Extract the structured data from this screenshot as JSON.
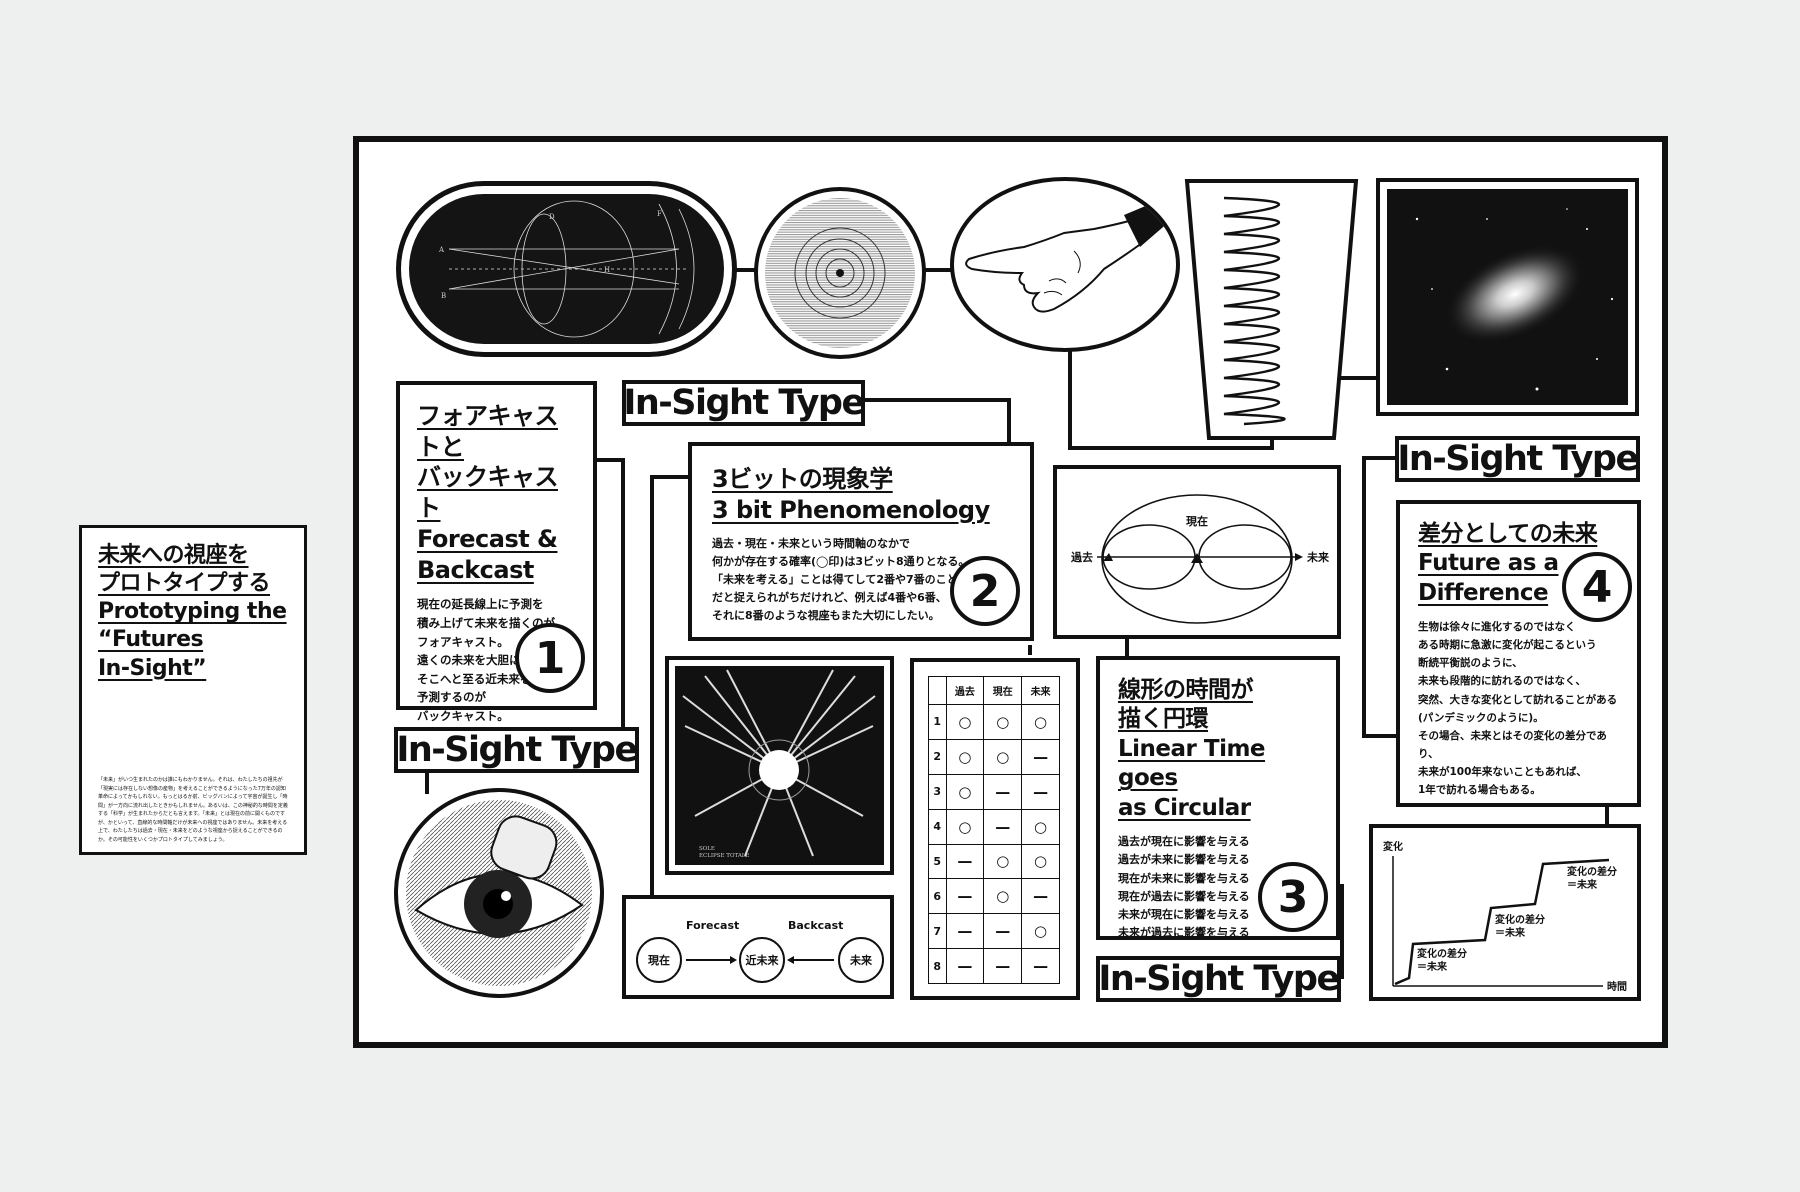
{
  "side_panel": {
    "title_lines": [
      "未来への視座を",
      "プロトタイプする",
      "Prototyping the",
      "“Futures",
      "In-Sight”"
    ],
    "body": "「未来」がいつ生まれたのかは誰にもわかりません。それは、わたしたちの祖先が「現実には存在しない想像の産物」を考えることができるようになった7万年の認知革命によってかもしれない。もっとはるか前、ビッグバンによって宇宙が誕生し「時間」が一方向に流れ出したときかもしれません。あるいは、この神秘的な時間を定義する「科学」が生まれたからだとも言えます。「未来」とは現在の前に開くものですが、かといって、直線的な時間軸だけが未来への視座ではありません。未来を考える上で、わたしたちは過去・現在・未来をどのような視座から捉えることができるのか。その可能性をいくつかプロトタイプしてみましょう。"
  },
  "tags": {
    "insight_type": "In-Sight Type"
  },
  "card1": {
    "title_lines": [
      "フォアキャストと",
      "バックキャスト",
      "Forecast &",
      "Backcast"
    ],
    "body_lines": [
      "現在の延長線上に予測を",
      "積み上げて未来を描くのが",
      "フォアキャスト。",
      "遠くの未来を大胆に描いてから",
      "そこへと至る近未来を",
      "予測するのが",
      "バックキャスト。"
    ],
    "number": "1"
  },
  "card2": {
    "title_lines": [
      "3ビットの現象学",
      "3 bit Phenomenology"
    ],
    "body_lines": [
      "過去・現在・未来という時間軸のなかで",
      "何かが存在する確率(◯印)は3ビット8通りとなる。",
      "「未来を考える」ことは得てして2番や7番のこと",
      "だと捉えられがちだけれど、例えば4番や6番、",
      "それに8番のような視座もまた大切にしたい。"
    ],
    "number": "2"
  },
  "card3": {
    "title_lines": [
      "線形の時間が",
      "描く円環",
      "Linear Time goes",
      "as Circular"
    ],
    "body_lines": [
      "過去が現在に影響を与える",
      "過去が未来に影響を与える",
      "現在が未来に影響を与える",
      "現在が過去に影響を与える",
      "未来が現在に影響を与える",
      "未来が過去に影響を与える"
    ],
    "number": "3"
  },
  "card4": {
    "title_lines": [
      "差分としての未来",
      "Future as a",
      "Difference"
    ],
    "body_lines": [
      "生物は徐々に進化するのではなく",
      "ある時期に急激に変化が起こるという",
      "断続平衡説のように、",
      "未来も段階的に訪れるのではなく、",
      "突然、大きな変化として訪れることがある",
      "(パンデミックのように)。",
      "その場合、未来とはその変化の差分であり、",
      "未来が100年来ないこともあれば、",
      "1年で訪れる場合もある。"
    ],
    "number": "4"
  },
  "flow": {
    "forecast_label": "Forecast",
    "backcast_label": "Backcast",
    "nodes": [
      "現在",
      "近未来",
      "未来"
    ]
  },
  "circle_diagram": {
    "past": "過去",
    "present": "現在",
    "future": "未来"
  },
  "bit_table": {
    "headers": [
      "",
      "過去",
      "現在",
      "未来"
    ],
    "rows": [
      [
        "1",
        "○",
        "○",
        "○"
      ],
      [
        "2",
        "○",
        "○",
        "—"
      ],
      [
        "3",
        "○",
        "—",
        "—"
      ],
      [
        "4",
        "○",
        "—",
        "○"
      ],
      [
        "5",
        "—",
        "○",
        "○"
      ],
      [
        "6",
        "—",
        "○",
        "—"
      ],
      [
        "7",
        "—",
        "—",
        "○"
      ],
      [
        "8",
        "—",
        "—",
        "—"
      ]
    ]
  },
  "step_chart": {
    "y_axis": "変化",
    "x_axis": "時間",
    "step_labels": [
      [
        "変化の差分",
        "＝未来"
      ],
      [
        "変化の差分",
        "＝未来"
      ],
      [
        "変化の差分",
        "＝未来"
      ]
    ]
  },
  "sun_caption": [
    "SOLE",
    "ECLIPSE TOTALE"
  ],
  "colors": {
    "ink": "#111111",
    "paper": "#ffffff",
    "wall": "#eef0ef"
  }
}
